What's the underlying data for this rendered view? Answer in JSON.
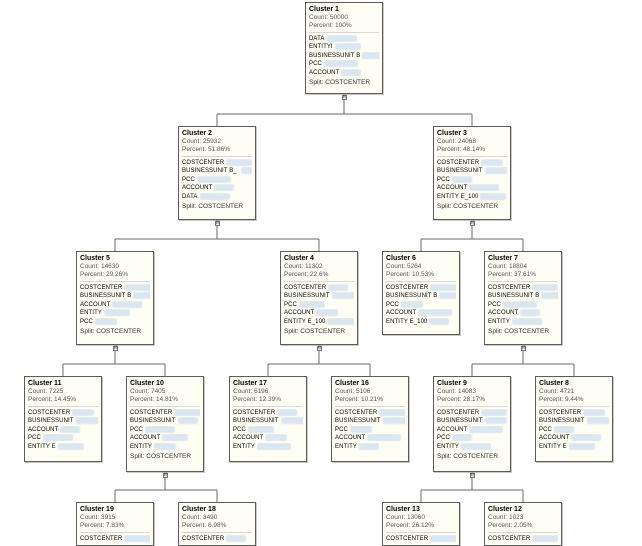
{
  "diagram": {
    "nodes": [
      {
        "id": "c1",
        "title": "Cluster 1",
        "count": "Count: 50000",
        "percent": "Percent: 100%",
        "rows": [
          "DATA",
          "ENTITYI",
          "BUSINESSUNIT B",
          "PCC",
          "ACCOUNT"
        ],
        "split": "Split: COSTCENTER"
      },
      {
        "id": "c2",
        "title": "Cluster 2",
        "count": "Count: 25932",
        "percent": "Percent: 51.86%",
        "rows": [
          "COSTCENTER",
          "BUSINESSUNIT B_ ",
          "PCC",
          "ACCOUNT",
          "DATA"
        ],
        "split": "Split: COSTCENTER"
      },
      {
        "id": "c3",
        "title": "Cluster 3",
        "count": "Count: 24068",
        "percent": "Percent: 48.14%",
        "rows": [
          "COSTCENTER",
          "BUSINESSUNIT",
          "PCC",
          "ACCOUNT",
          "ENTITY E_100"
        ],
        "split": "Split: COSTCENTER"
      },
      {
        "id": "c5",
        "title": "Cluster 5",
        "count": "Count: 14630",
        "percent": "Percent: 29.26%",
        "rows": [
          "COSTCENTER",
          "BUSINESSUNIT B",
          "ACCOUNT",
          "ENTITY",
          "PCC"
        ],
        "split": "Split: COSTCENTER"
      },
      {
        "id": "c4",
        "title": "Cluster 4",
        "count": "Count: 11302",
        "percent": "Percent: 22.6%",
        "rows": [
          "COSTCENTER",
          "BUSINESSUNIT",
          "PCC",
          "ACCOUNT",
          "ENTITY E_100"
        ],
        "split": "Split: COSTCENTER"
      },
      {
        "id": "c6",
        "title": "Cluster 6",
        "count": "Count: 5264",
        "percent": "Percent: 10.53%",
        "rows": [
          "COSTCENTER",
          "BUSINESSUNIT B",
          "PCC",
          "ACCOUNT",
          "ENTITY E_100"
        ],
        "split": ""
      },
      {
        "id": "c7",
        "title": "Cluster 7",
        "count": "Count: 18804",
        "percent": "Percent: 37.61%",
        "rows": [
          "COSTCENTER",
          "BUSINESSUNIT B",
          "PCC",
          "ACCOUNT",
          "ENTITY"
        ],
        "split": "Split: COSTCENTER"
      },
      {
        "id": "c11",
        "title": "Cluster 11",
        "count": "Count: 7225",
        "percent": "Percent: 14.45%",
        "rows": [
          "COSTCENTER",
          "BUSINESSUNIT",
          "ACCOUNT",
          "PCC",
          "ENTITY E"
        ],
        "split": ""
      },
      {
        "id": "c10",
        "title": "Cluster 10",
        "count": "Count: 7405",
        "percent": "Percent: 14.81%",
        "rows": [
          "COSTCENTER",
          "BUSINESSUNIT",
          "PCC",
          "ACCOUNT",
          "ENTITY"
        ],
        "split": "Split: COSTCENTER"
      },
      {
        "id": "c17",
        "title": "Cluster 17",
        "count": "Count: 6196",
        "percent": "Percent: 12.39%",
        "rows": [
          "COSTCENTER",
          "BUSINESSUNIT",
          "PCC",
          "ACCOUNT",
          "ENTITY"
        ],
        "split": ""
      },
      {
        "id": "c16",
        "title": "Cluster 16",
        "count": "Count: 5106",
        "percent": "Percent: 10.21%",
        "rows": [
          "COSTCENTER",
          "BUSINESSUNIT",
          "PCC",
          "ACCOUNT",
          "ENTITY"
        ],
        "split": ""
      },
      {
        "id": "c9",
        "title": "Cluster 9",
        "count": "Count: 14083",
        "percent": "Percent: 28.17%",
        "rows": [
          "COSTCENTER",
          "BUSINESSUNIT",
          "ACCOUNT",
          "PCC",
          "ENTITY"
        ],
        "split": "Split: COSTCENTER"
      },
      {
        "id": "c8",
        "title": "Cluster 8",
        "count": "Count: 4721",
        "percent": "Percent: 9.44%",
        "rows": [
          "COSTCENTER",
          "BUSINESSUNIT",
          "PCC",
          "ACCOUNT",
          "ENTITY E"
        ],
        "split": ""
      },
      {
        "id": "c19",
        "title": "Cluster 19",
        "count": "Count: 3915",
        "percent": "Percent: 7.83%",
        "rows": [
          "COSTCENTER"
        ],
        "split": ""
      },
      {
        "id": "c18",
        "title": "Cluster 18",
        "count": "Count: 3490",
        "percent": "Percent: 6.98%",
        "rows": [
          "COSTCENTER"
        ],
        "split": ""
      },
      {
        "id": "c13",
        "title": "Cluster 13",
        "count": "Count: 13060",
        "percent": "Percent: 26.12%",
        "rows": [
          "COSTCENTER"
        ],
        "split": ""
      },
      {
        "id": "c12",
        "title": "Cluster 12",
        "count": "Count: 1023",
        "percent": "Percent: 2.05%",
        "rows": [
          "COSTCENTER"
        ],
        "split": ""
      }
    ],
    "edges": [
      [
        "c1",
        "c2"
      ],
      [
        "c1",
        "c3"
      ],
      [
        "c2",
        "c5"
      ],
      [
        "c2",
        "c4"
      ],
      [
        "c3",
        "c6"
      ],
      [
        "c3",
        "c7"
      ],
      [
        "c5",
        "c11"
      ],
      [
        "c5",
        "c10"
      ],
      [
        "c4",
        "c17"
      ],
      [
        "c4",
        "c16"
      ],
      [
        "c7",
        "c9"
      ],
      [
        "c7",
        "c8"
      ],
      [
        "c10",
        "c19"
      ],
      [
        "c10",
        "c18"
      ],
      [
        "c9",
        "c13"
      ],
      [
        "c9",
        "c12"
      ]
    ],
    "toggle_symbol": "⊟"
  }
}
